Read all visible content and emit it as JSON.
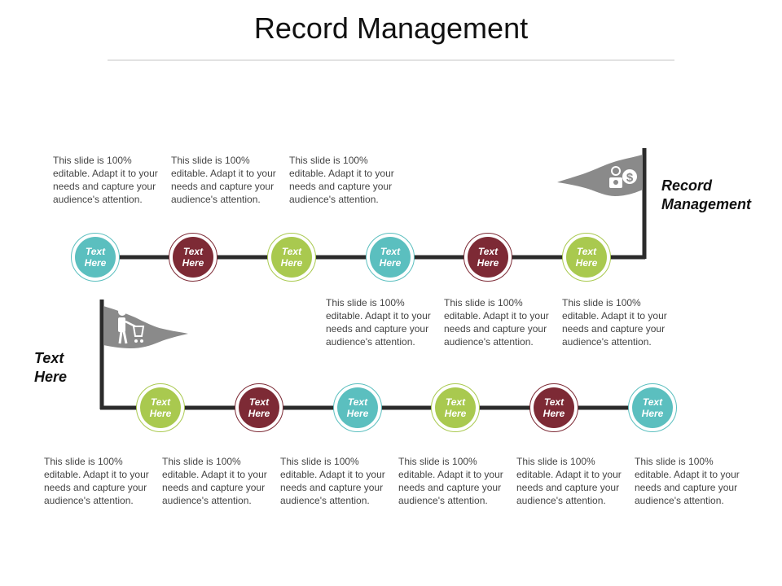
{
  "title": "Record Management",
  "colors": {
    "teal": "#5bbfbf",
    "maroon": "#7d2a35",
    "green": "#a9c94f",
    "line": "#2b2b2b",
    "flag": "#8a8a8a"
  },
  "top_label": "Record Management",
  "bottom_label": "Text Here",
  "top_icon": "money-bag-icon",
  "bottom_icon": "shopping-cart-person-icon",
  "top_row": {
    "nodes": [
      {
        "label": "Text Here",
        "color": "teal"
      },
      {
        "label": "Text Here",
        "color": "maroon"
      },
      {
        "label": "Text Here",
        "color": "green"
      },
      {
        "label": "Text Here",
        "color": "teal"
      },
      {
        "label": "Text Here",
        "color": "maroon"
      },
      {
        "label": "Text Here",
        "color": "green"
      }
    ],
    "above_texts": [
      "This slide is 100% editable. Adapt it to your needs and capture your audience's attention.",
      "This slide is 100% editable. Adapt it to your needs and capture your audience's attention.",
      "This slide is 100% editable. Adapt it to your needs and capture your audience's attention."
    ],
    "below_texts": [
      "This slide is 100% editable. Adapt it to your needs and capture your audience's attention.",
      "This slide is 100% editable. Adapt it to your needs and capture your audience's attention.",
      "This slide is 100% editable. Adapt it to your needs and capture your audience's attention."
    ]
  },
  "bottom_row": {
    "nodes": [
      {
        "label": "Text Here",
        "color": "green"
      },
      {
        "label": "Text Here",
        "color": "maroon"
      },
      {
        "label": "Text Here",
        "color": "teal"
      },
      {
        "label": "Text Here",
        "color": "green"
      },
      {
        "label": "Text Here",
        "color": "maroon"
      },
      {
        "label": "Text Here",
        "color": "teal"
      }
    ],
    "below_texts": [
      "This slide is 100% editable. Adapt it to your needs and capture your audience's attention.",
      "This slide is 100% editable. Adapt it to your needs and capture your audience's attention.",
      "This slide is 100% editable. Adapt it to your needs and capture your audience's attention.",
      "This slide is 100% editable. Adapt it to your needs and capture your audience's attention.",
      "This slide is 100% editable. Adapt it to your needs and capture your audience's attention.",
      "This slide is 100% editable. Adapt it to your needs and capture your audience's attention."
    ]
  }
}
